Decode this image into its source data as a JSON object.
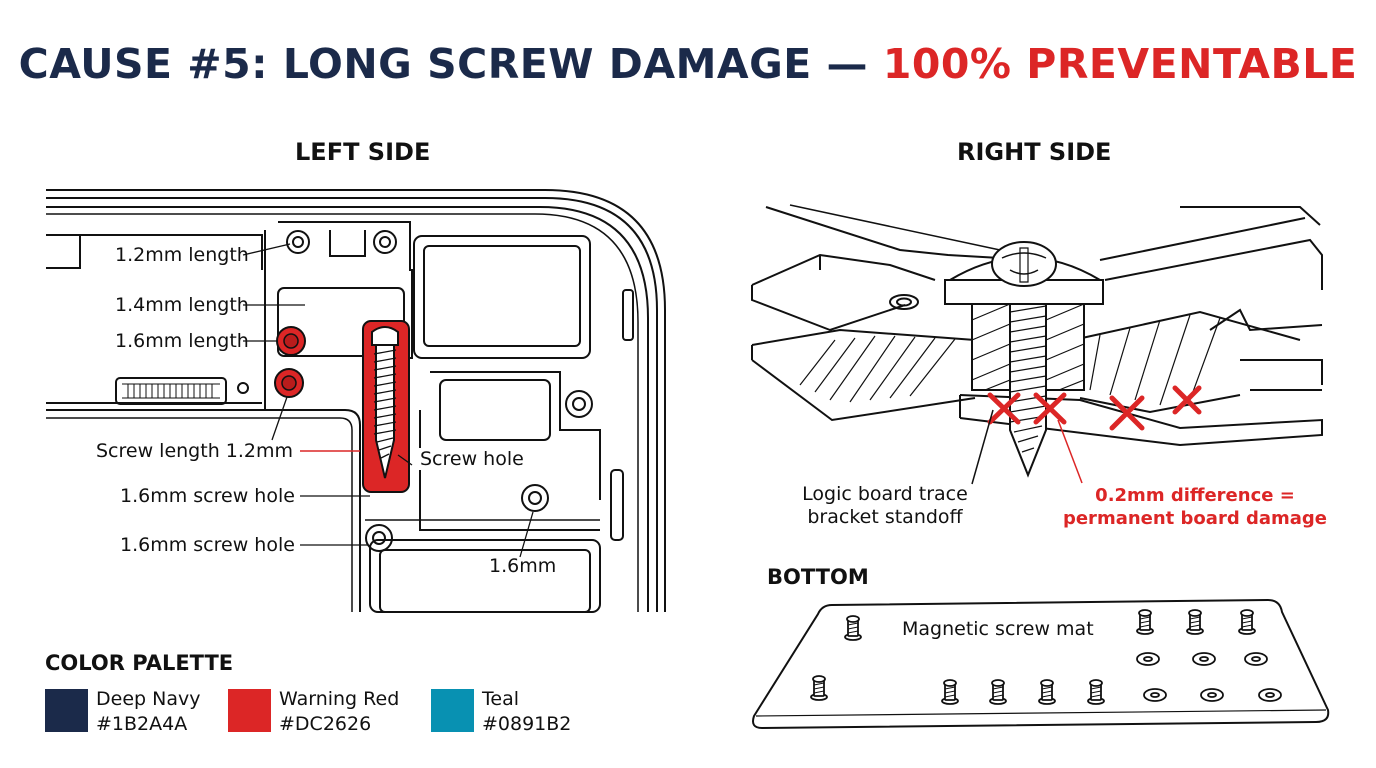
{
  "title": {
    "part1": "CAUSE #5: LONG SCREW DAMAGE —",
    "part2": "100% PREVENTABLE"
  },
  "left_side": {
    "heading": "LEFT SIDE",
    "labels": {
      "len_12": "1.2mm length",
      "len_14": "1.4mm length",
      "len_16": "1.6mm length",
      "screw_len": "Screw length 1.2mm",
      "hole_16_a": "1.6mm screw hole",
      "hole_16_b": "1.6mm screw hole",
      "screw_hole": "Screw hole",
      "mm16": "1.6mm"
    }
  },
  "right_side": {
    "heading": "RIGHT SIDE",
    "labels": {
      "logic_board_1": "Logic board trace",
      "logic_board_2": "bracket standoff",
      "difference_1": "0.2mm difference =",
      "difference_2": "permanent board damage"
    }
  },
  "bottom": {
    "heading": "BOTTOM",
    "mat_label": "Magnetic screw mat"
  },
  "palette": {
    "heading": "COLOR PALETTE",
    "colors": [
      {
        "name": "Deep Navy",
        "hex": "#1B2A4A"
      },
      {
        "name": "Warning Red",
        "hex": "#DC2626"
      },
      {
        "name": "Teal",
        "hex": "#0891B2"
      }
    ]
  }
}
